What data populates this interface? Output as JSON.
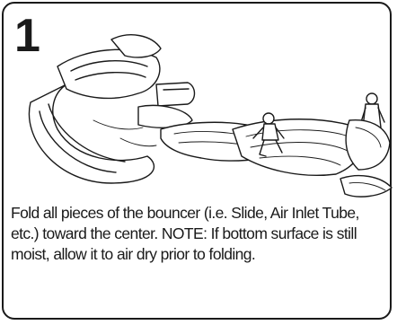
{
  "step": {
    "number": "1",
    "instruction": "Fold all pieces of the bouncer (i.e. Slide, Air Inlet Tube, etc.) toward the center. NOTE: If bottom surface is still moist, allow it to air dry prior to folding."
  },
  "colors": {
    "ink": "#1a1a1a",
    "background": "#ffffff"
  },
  "illustration": {
    "icon": "folding-bouncer-illustration"
  }
}
